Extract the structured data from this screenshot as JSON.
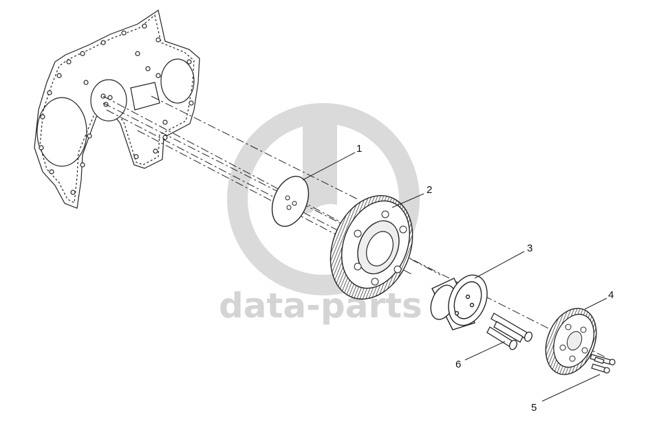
{
  "watermark": {
    "text": "data-parts",
    "color": "#d0d0d0"
  },
  "callouts": [
    {
      "id": "1",
      "label": "1"
    },
    {
      "id": "2",
      "label": "2"
    },
    {
      "id": "3",
      "label": "3"
    },
    {
      "id": "4",
      "label": "4"
    },
    {
      "id": "5",
      "label": "5"
    },
    {
      "id": "6",
      "label": "6"
    }
  ]
}
